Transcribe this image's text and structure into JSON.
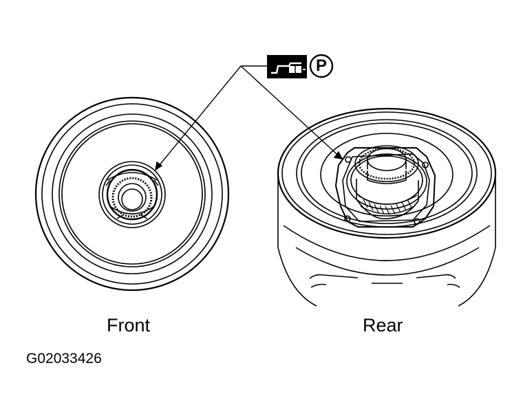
{
  "labels": {
    "front": "Front",
    "rear": "Rear",
    "figure_code": "G02033426"
  },
  "callout": {
    "petroleum_jelly_letter": "P",
    "apply_icon": "grease-apply-icon"
  },
  "colors": {
    "ink": "#000000",
    "paper": "#ffffff"
  }
}
